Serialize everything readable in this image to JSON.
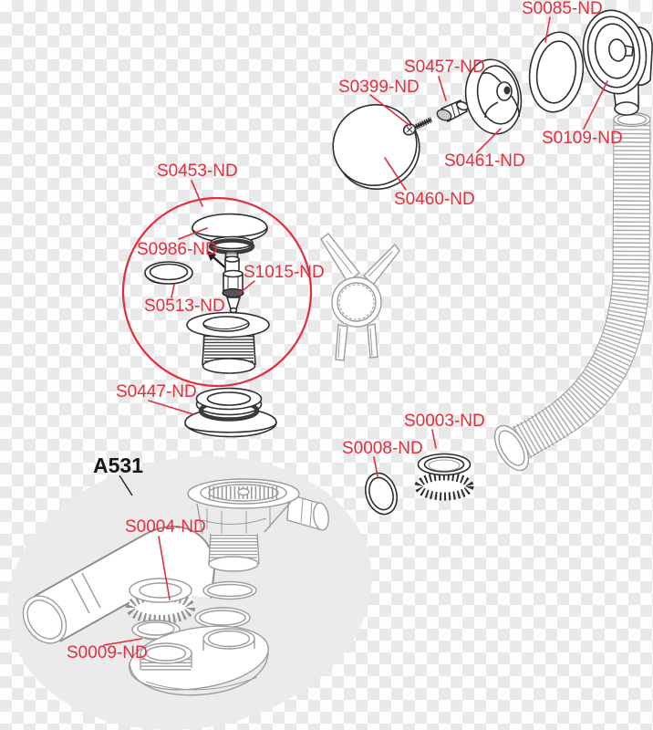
{
  "assembly": {
    "code_label": "A531"
  },
  "part_labels": [
    {
      "text": "S0085-ND"
    },
    {
      "text": "S0457-ND"
    },
    {
      "text": "S0399-ND"
    },
    {
      "text": "S0109-ND"
    },
    {
      "text": "S0461-ND"
    },
    {
      "text": "S0460-ND"
    },
    {
      "text": "S0453-ND"
    },
    {
      "text": "S0986-ND"
    },
    {
      "text": "S1015-ND"
    },
    {
      "text": "S0513-ND"
    },
    {
      "text": "S0447-ND"
    },
    {
      "text": "S0003-ND"
    },
    {
      "text": "S0008-ND"
    },
    {
      "text": "S0004-ND"
    },
    {
      "text": "S0009-ND"
    }
  ],
  "colors": {
    "label_red": "#e0303f",
    "line_art_dark": "#2f2f2f",
    "line_art_gray": "#9c9c9c",
    "assembly_blob_gray": "#ebebeb",
    "checker_gray": "#e9e9e9"
  }
}
